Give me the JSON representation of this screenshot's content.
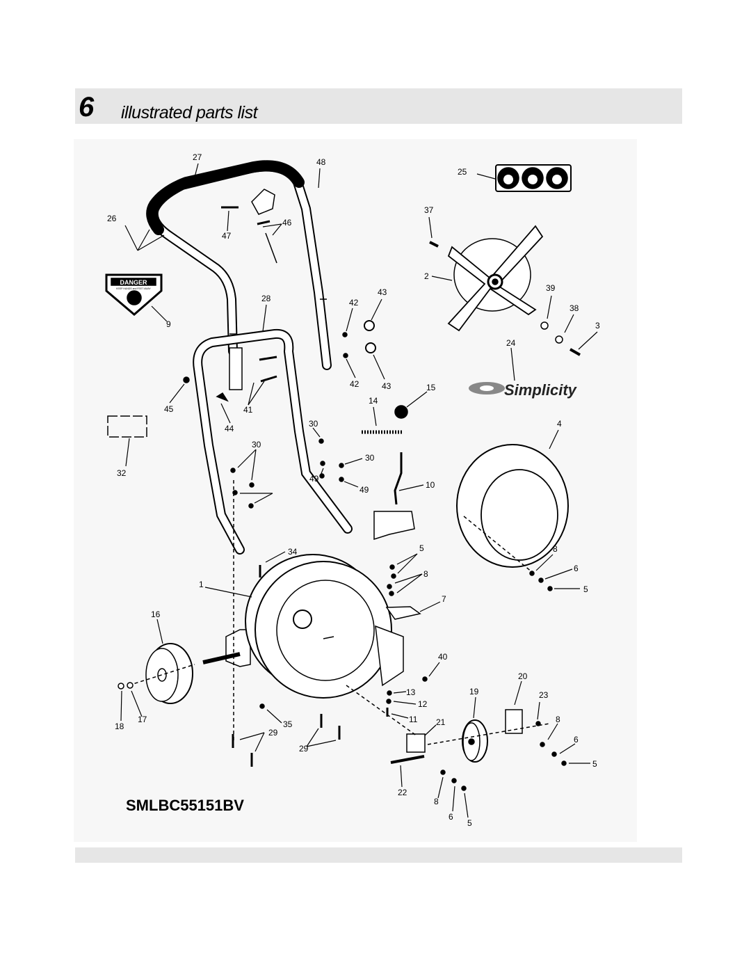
{
  "section": {
    "number": "6",
    "title": "illustrated parts list"
  },
  "model": "SMLBC55151BV",
  "callouts": [
    "1",
    "2",
    "3",
    "4",
    "5",
    "5",
    "5",
    "5",
    "6",
    "6",
    "6",
    "7",
    "8",
    "8",
    "8",
    "8",
    "9",
    "10",
    "11",
    "12",
    "13",
    "14",
    "15",
    "16",
    "17",
    "18",
    "19",
    "20",
    "21",
    "22",
    "23",
    "24",
    "25",
    "26",
    "27",
    "28",
    "29",
    "29",
    "30",
    "30",
    "30",
    "32",
    "34",
    "35",
    "37",
    "38",
    "39",
    "40",
    "41",
    "42",
    "42",
    "43",
    "43",
    "44",
    "45",
    "46",
    "47",
    "48",
    "49",
    "49"
  ],
  "decals": {
    "danger_title": "DANGER",
    "danger_text": "KEEP HANDS and FEET AWAY",
    "brand": "Simplicity"
  }
}
